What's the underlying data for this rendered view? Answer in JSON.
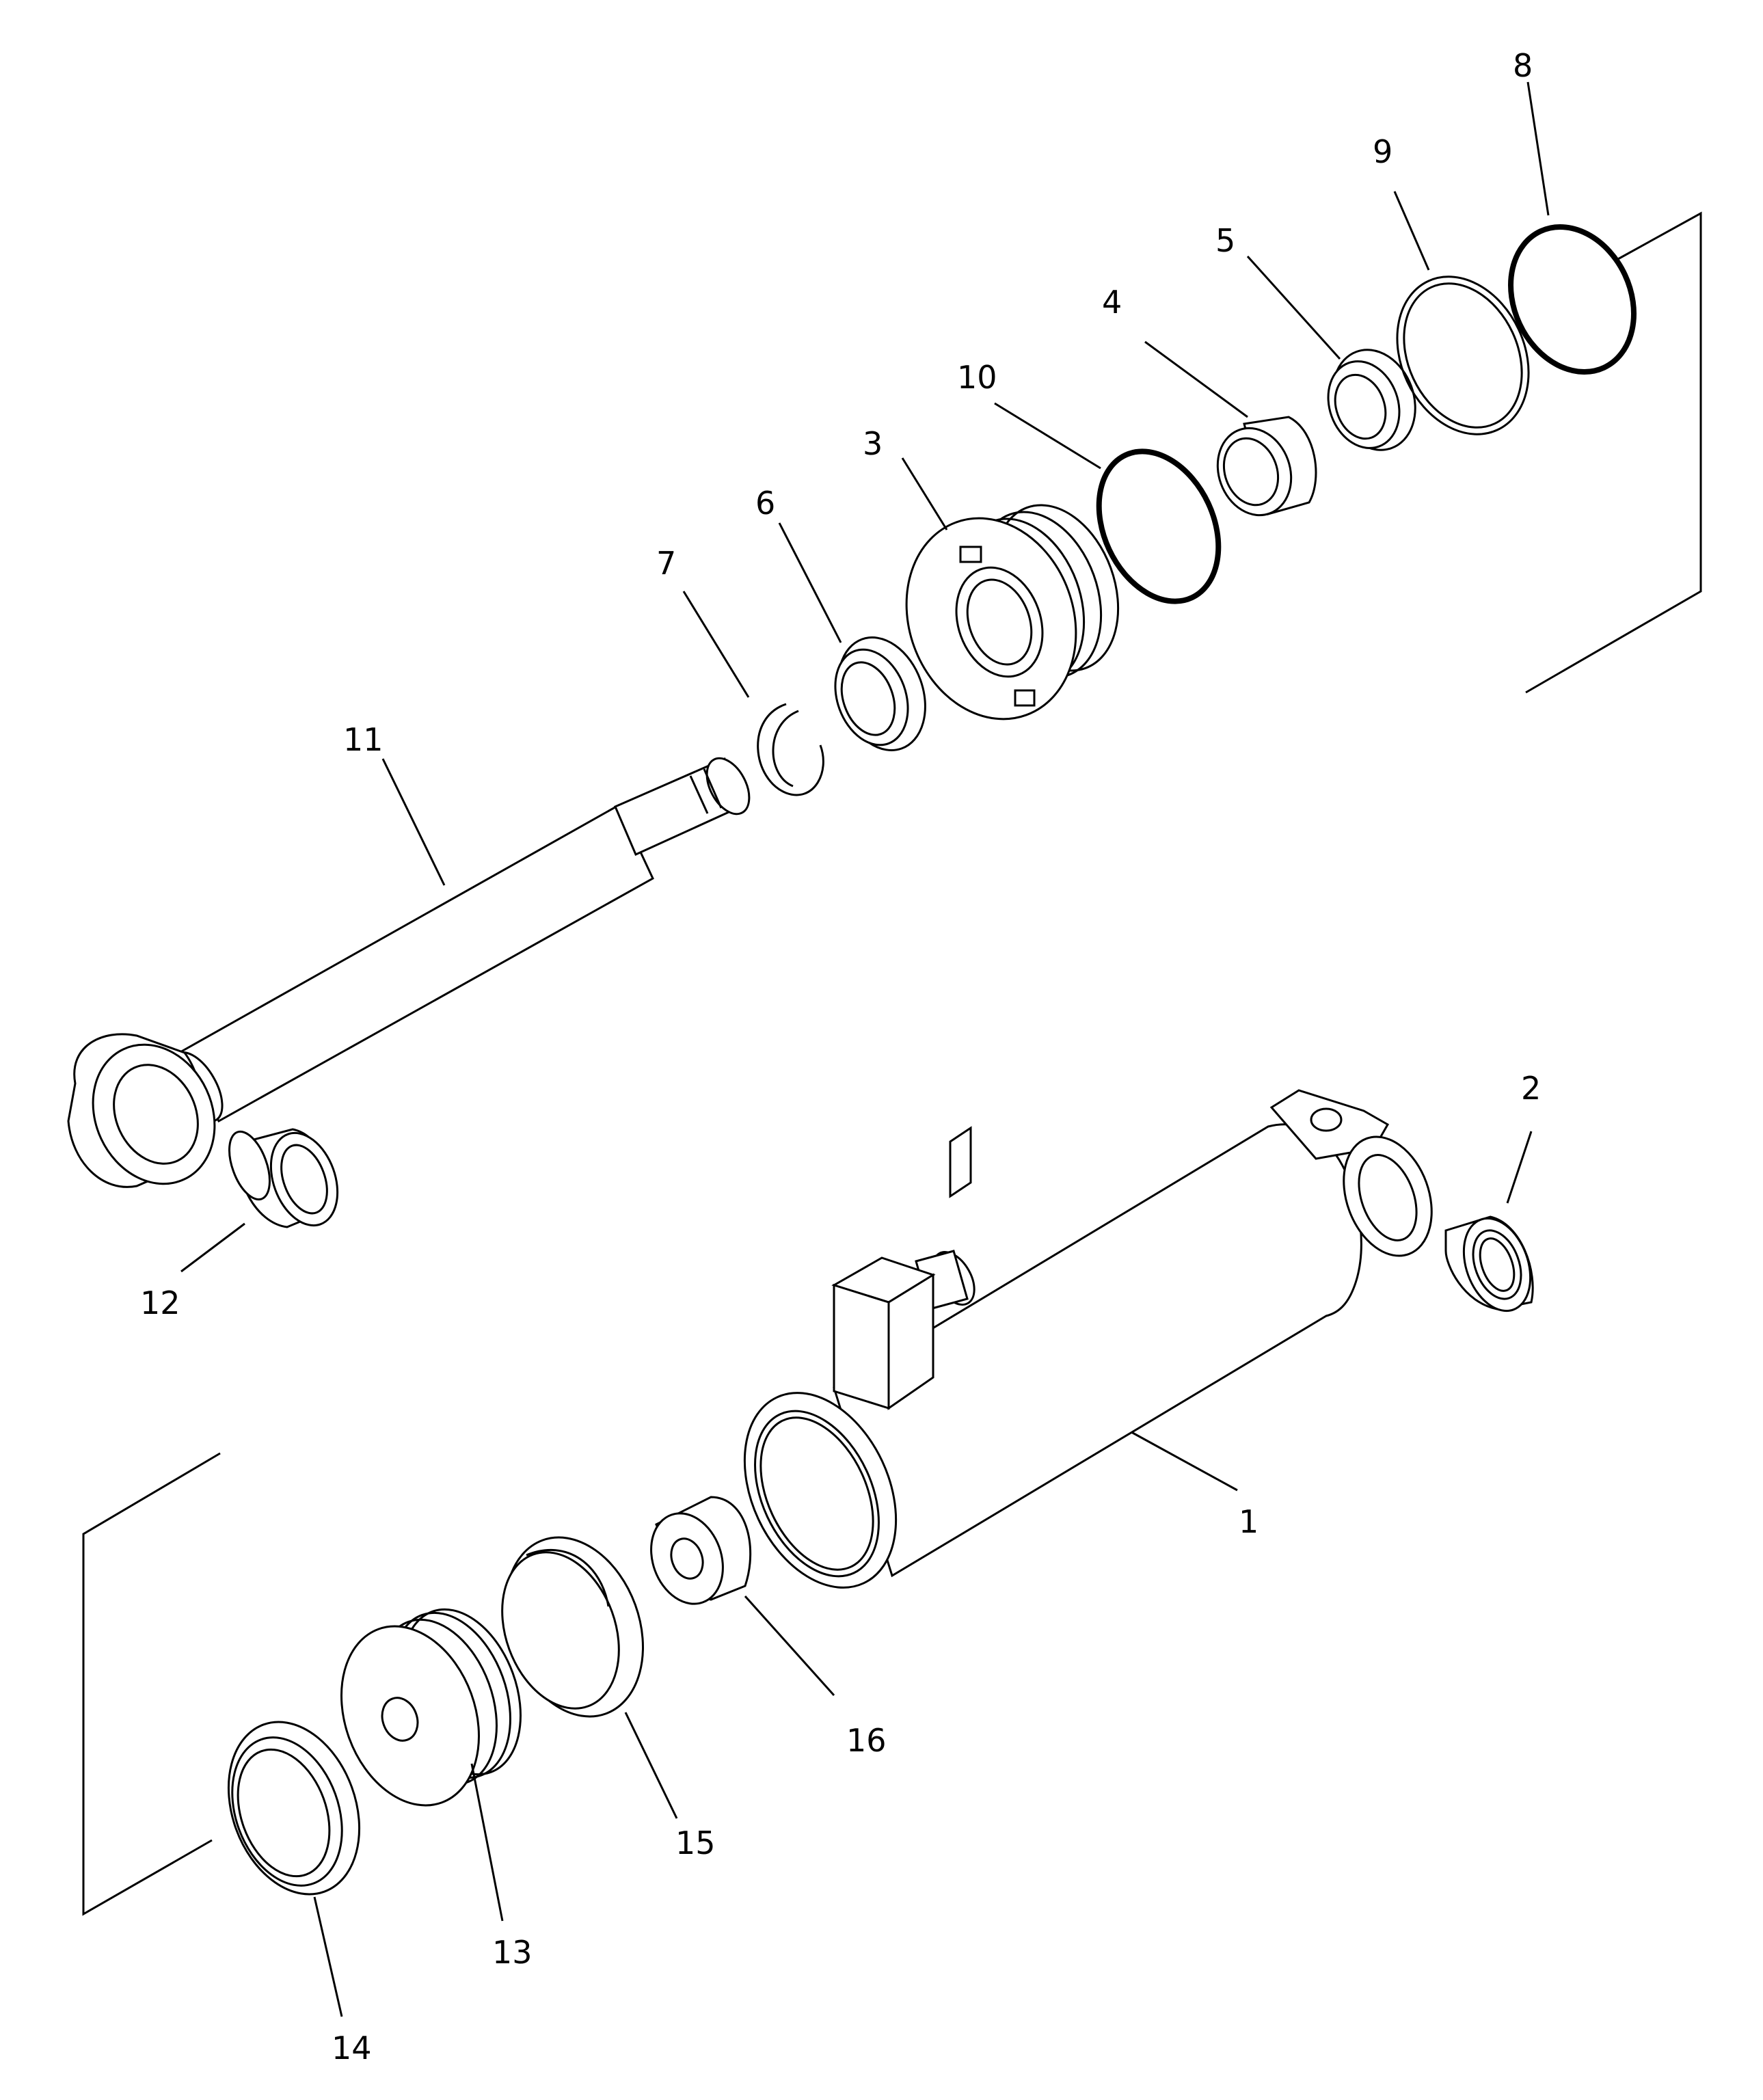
{
  "diagram": {
    "type": "exploded-parts-view",
    "callouts": [
      "1",
      "2",
      "3",
      "4",
      "5",
      "6",
      "7",
      "8",
      "9",
      "10",
      "11",
      "12",
      "13",
      "14",
      "15",
      "16"
    ]
  }
}
